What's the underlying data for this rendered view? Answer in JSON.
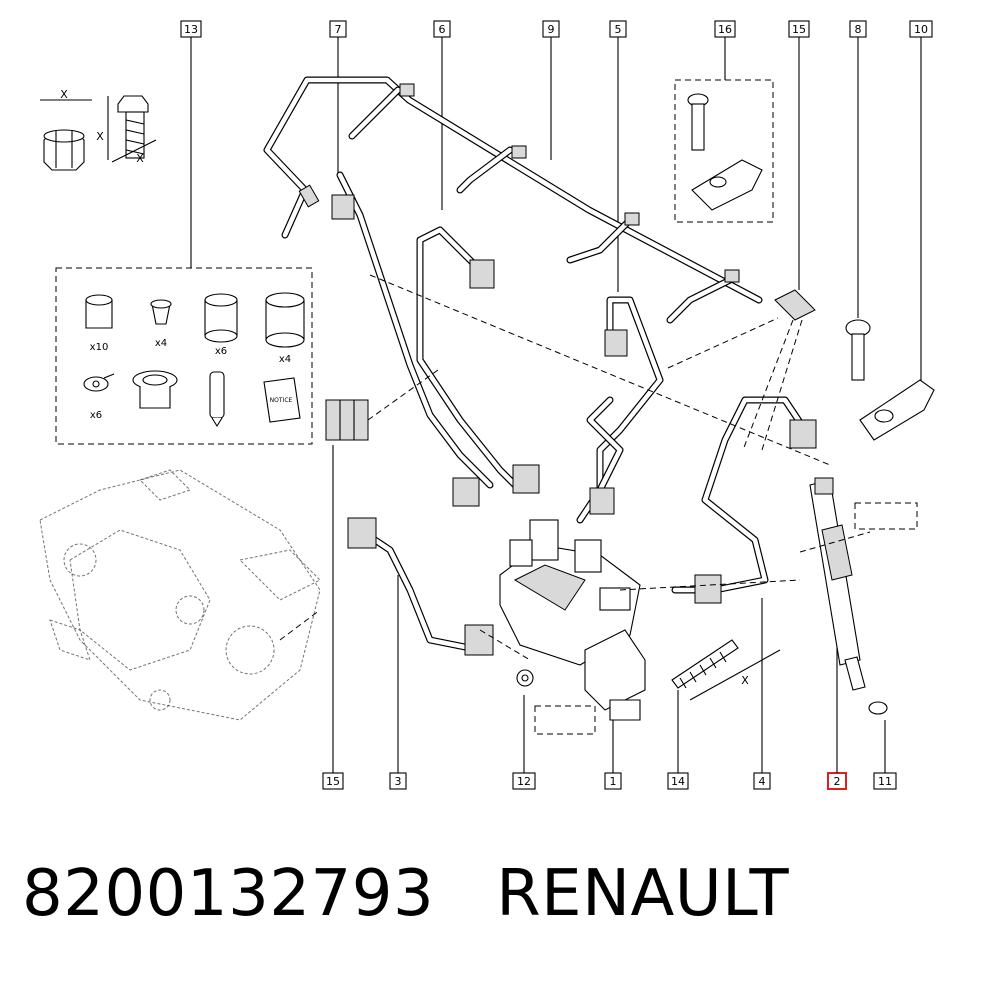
{
  "callouts": [
    {
      "id": "c13",
      "label": "13"
    },
    {
      "id": "c7",
      "label": "7"
    },
    {
      "id": "c6",
      "label": "6"
    },
    {
      "id": "c9",
      "label": "9"
    },
    {
      "id": "c5",
      "label": "5"
    },
    {
      "id": "c16",
      "label": "16"
    },
    {
      "id": "c15top",
      "label": "15"
    },
    {
      "id": "c8",
      "label": "8"
    },
    {
      "id": "c10",
      "label": "10"
    },
    {
      "id": "c15",
      "label": "15"
    },
    {
      "id": "c3",
      "label": "3"
    },
    {
      "id": "c12",
      "label": "12"
    },
    {
      "id": "c1",
      "label": "1"
    },
    {
      "id": "c14",
      "label": "14"
    },
    {
      "id": "c4",
      "label": "4"
    },
    {
      "id": "c2",
      "label": "2"
    },
    {
      "id": "c11",
      "label": "11"
    }
  ],
  "highlight_color": "#e02020",
  "kit_quantities": {
    "q1": "x10",
    "q2": "x4",
    "q3": "x6",
    "q4": "x4",
    "q5": "x6"
  },
  "dimension_labels": {
    "top_left_a": "X",
    "top_left_b": "X",
    "top_left_c": "X",
    "stud": "X"
  },
  "notice_label": "NOTICE",
  "part_number": "8200132793",
  "brand": "RENAULT"
}
